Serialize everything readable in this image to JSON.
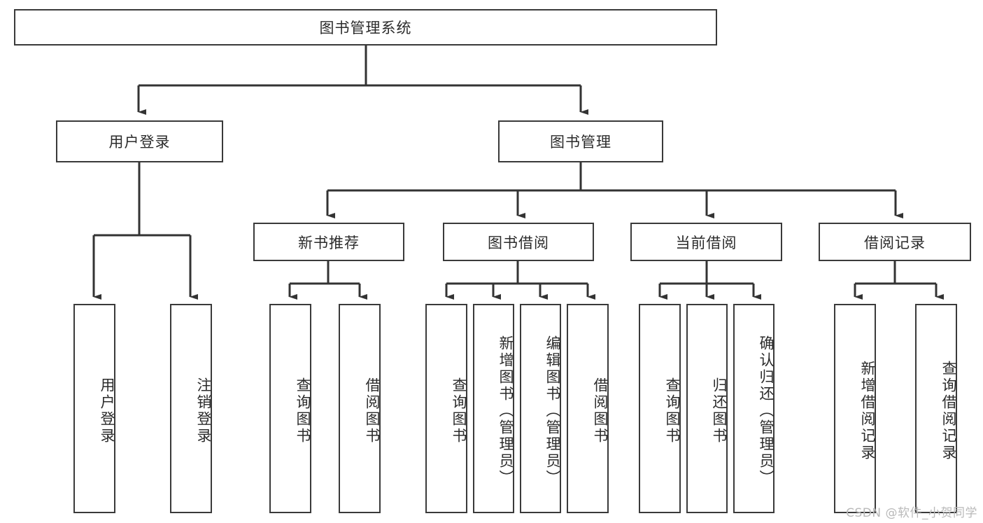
{
  "diagram": {
    "title": "图书管理系统",
    "type": "tree-hierarchy-diagram",
    "colors": {
      "box_border": "#3a3a3a",
      "box_fill": "#ffffff",
      "connector": "#333333",
      "text": "#2b2b2b",
      "watermark": "#b9b9b9"
    },
    "root": {
      "label": "图书管理系统"
    },
    "level2": [
      {
        "label": "用户登录"
      },
      {
        "label": "图书管理"
      }
    ],
    "level3": [
      {
        "label": "新书推荐"
      },
      {
        "label": "图书借阅"
      },
      {
        "label": "当前借阅"
      },
      {
        "label": "借阅记录"
      }
    ],
    "leaves": {
      "user_login": [
        {
          "label": "用户登录"
        },
        {
          "label": "注销登录"
        }
      ],
      "new_book_recommend": [
        {
          "label": "查询图书"
        },
        {
          "label": "借阅图书"
        }
      ],
      "book_borrow": [
        {
          "label": "查询图书"
        },
        {
          "label": "新增图书（管理员）"
        },
        {
          "label": "编辑图书（管理员）"
        },
        {
          "label": "借阅图书"
        }
      ],
      "current_borrow": [
        {
          "label": "查询图书"
        },
        {
          "label": "归还图书"
        },
        {
          "label": "确认归还（管理员）"
        }
      ],
      "borrow_records": [
        {
          "label": "新增借阅记录"
        },
        {
          "label": "查询借阅记录"
        }
      ]
    }
  },
  "watermark": {
    "text": "CSDN @软件_小贺同学"
  }
}
